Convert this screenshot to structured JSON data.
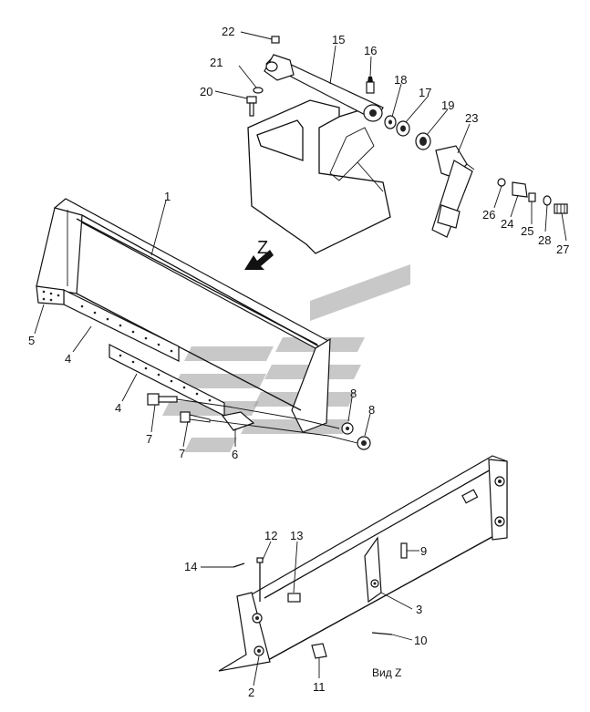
{
  "diagram": {
    "view_caption": "Вид Z",
    "direction_marker": "Z",
    "watermark": {
      "color": "#9a9a9a",
      "opacity": 0.55
    },
    "callouts": [
      {
        "id": "c22",
        "text": "22"
      },
      {
        "id": "c15",
        "text": "15"
      },
      {
        "id": "c16",
        "text": "16"
      },
      {
        "id": "c21",
        "text": "21"
      },
      {
        "id": "c18",
        "text": "18"
      },
      {
        "id": "c17",
        "text": "17"
      },
      {
        "id": "c19",
        "text": "19"
      },
      {
        "id": "c23",
        "text": "23"
      },
      {
        "id": "c20",
        "text": "20"
      },
      {
        "id": "c1",
        "text": "1"
      },
      {
        "id": "c26",
        "text": "26"
      },
      {
        "id": "c24",
        "text": "24"
      },
      {
        "id": "c25",
        "text": "25"
      },
      {
        "id": "c28",
        "text": "28"
      },
      {
        "id": "c27",
        "text": "27"
      },
      {
        "id": "c5",
        "text": "5"
      },
      {
        "id": "c4a",
        "text": "4"
      },
      {
        "id": "c4b",
        "text": "4"
      },
      {
        "id": "c8a",
        "text": "8"
      },
      {
        "id": "c8b",
        "text": "8"
      },
      {
        "id": "c7a",
        "text": "7"
      },
      {
        "id": "c7b",
        "text": "7"
      },
      {
        "id": "c6",
        "text": "6"
      },
      {
        "id": "c12",
        "text": "12"
      },
      {
        "id": "c13",
        "text": "13"
      },
      {
        "id": "c9",
        "text": "9"
      },
      {
        "id": "c14",
        "text": "14"
      },
      {
        "id": "c3",
        "text": "3"
      },
      {
        "id": "c10",
        "text": "10"
      },
      {
        "id": "c11",
        "text": "11"
      },
      {
        "id": "c2",
        "text": "2"
      }
    ]
  }
}
